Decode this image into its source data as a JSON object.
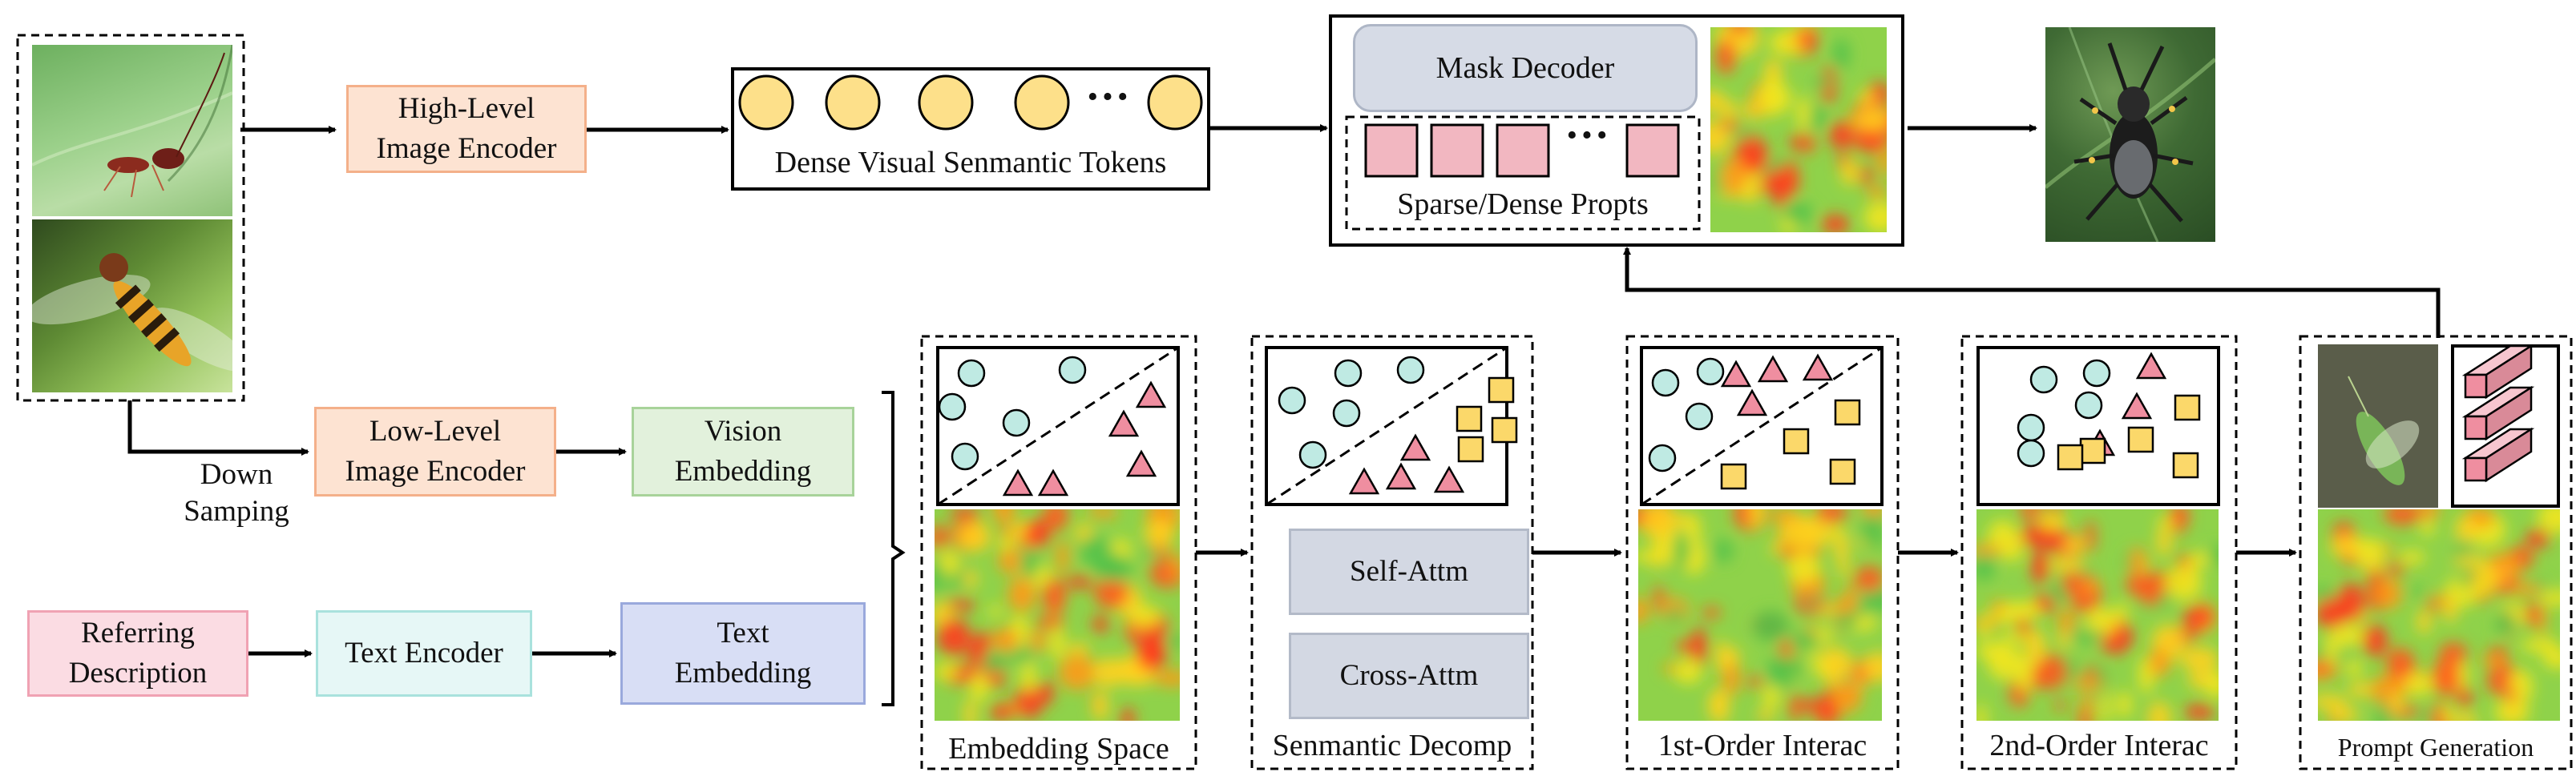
{
  "labels": {
    "high_level_encoder": "High-Level\nImage Encoder",
    "dense_tokens": "Dense Visual Senmantic Tokens",
    "mask_decoder": "Mask Decoder",
    "sparse_dense_prompts": "Sparse/Dense Propts",
    "down_sampling": "Down\nSamping",
    "low_level_encoder": "Low-Level\nImage Encoder",
    "vision_embedding": "Vision\nEmbedding",
    "referring_description": "Referring\nDescription",
    "text_encoder": "Text Encoder",
    "text_embedding": "Text\nEmbedding",
    "embedding_space": "Embedding Space",
    "semantic_decomp": "Senmantic Decomp",
    "self_attn": "Self-Attm",
    "cross_attn": "Cross-Attm",
    "first_order": "1st-Order Interac",
    "second_order": "2nd-Order Interac",
    "prompt_generation": "Prompt Generation",
    "ellipsis": "···"
  },
  "colors": {
    "encoder_fill": "#fde3d2",
    "encoder_border": "#f4b08a",
    "vision_fill": "#e2f1dc",
    "vision_border": "#a8d39a",
    "referring_fill": "#fbdce3",
    "referring_border": "#f0a2b3",
    "text_encoder_fill": "#e6f7f6",
    "text_encoder_border": "#a9e2dd",
    "text_embedding_fill": "#d8def5",
    "text_embedding_border": "#9aa9dc",
    "decoder_fill": "#d6dbe6",
    "attn_fill": "#d3d8e3",
    "token_fill": "#fde08a",
    "prompt_fill": "#f2b7c1",
    "circle_fill": "#bfeae3",
    "triangle_fill": "#ef8ea0",
    "square_fill": "#fbd86a"
  }
}
